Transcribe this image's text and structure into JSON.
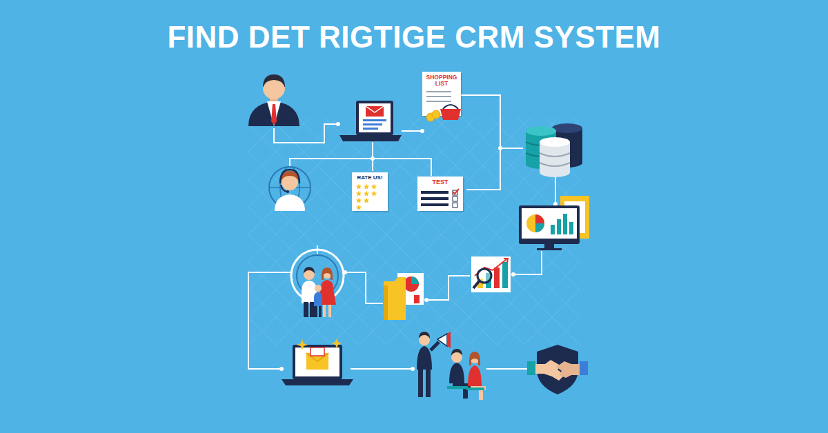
{
  "diagram": {
    "title": "FIND DET RIGTIGE CRM SYSTEM",
    "nodes": [
      {
        "text": [
          "SHOPPING LIST"
        ]
      },
      {
        "text": [
          "RATE US!"
        ]
      },
      {
        "text": [
          "TEST"
        ]
      }
    ]
  }
}
